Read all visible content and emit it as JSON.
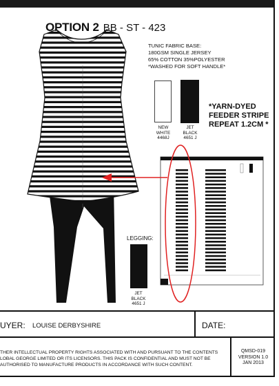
{
  "header": {
    "option_label": "OPTION 2",
    "style_code": "BB - ST - 423"
  },
  "fabric": {
    "lines": [
      "TUNIC FABRIC BASE:",
      "180GSM SINGLE JERSEY",
      "65% COTTON 35%POLYESTER",
      "*WASHED FOR SOFT HANDLE*"
    ]
  },
  "swatches": {
    "white": {
      "lines": [
        "NEW",
        "WHITE",
        "4468J"
      ],
      "color": "#ffffff"
    },
    "black": {
      "lines": [
        "JET",
        "BLACK",
        "4651 J"
      ],
      "color": "#111111"
    }
  },
  "stripe_note": {
    "lines": [
      "*YARN-DYED",
      "FEEDER STRIPE",
      "REPEAT 1.2CM *"
    ]
  },
  "legging": {
    "label": "LEGGING:",
    "swatch_lines": [
      "JET",
      "BLACK",
      "4651 J"
    ]
  },
  "buyer": {
    "label": "UYER:",
    "value": "LOUISE DERBYSHIRE"
  },
  "date": {
    "label": "DATE:"
  },
  "footer": {
    "lines": [
      "THER INTELLECTUAL PROPERTY RIGHTS ASSOCIATED WITH AND PURSUANT TO THE CONTENTS",
      "LOBAL GEORGE LIMITED OR ITS LICENSORS. THIS PACK IS CONFIDENTIAL AND MUST NOT BE",
      "AUTHORISED TO MANUFACTURE PRODUCTS IN ACCORDANCE WITH SUCH CONTENT."
    ],
    "ref_lines": [
      "QMSD-019",
      "VERSION 1.0",
      "JAN 2013"
    ]
  },
  "colors": {
    "annotation": "#e02020",
    "ink": "#111111"
  }
}
